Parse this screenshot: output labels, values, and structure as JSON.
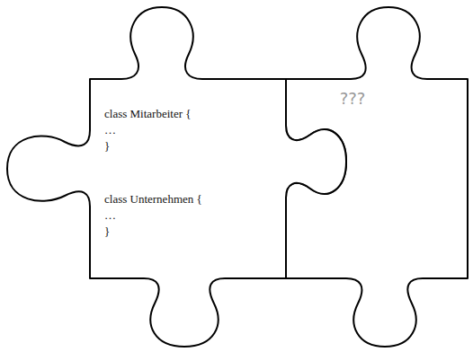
{
  "diagram": {
    "nodes": [
      {
        "text": [
          "class Mitarbeiter {",
          "…",
          "}",
          "class Unternehmen {",
          "…",
          "}"
        ]
      },
      {
        "text": [
          "???"
        ]
      }
    ]
  }
}
